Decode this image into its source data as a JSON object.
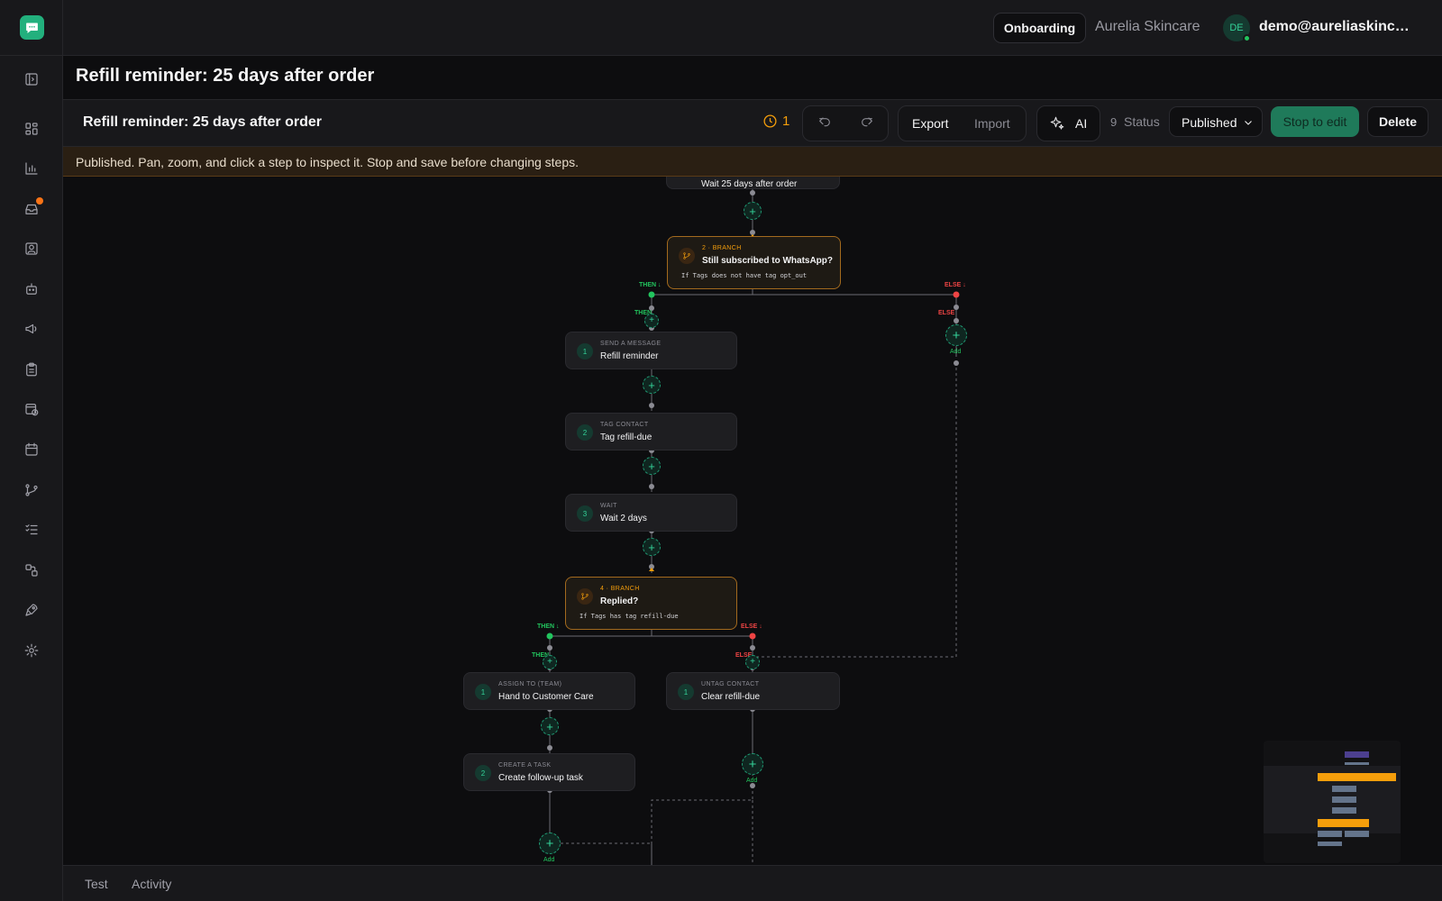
{
  "header": {
    "onboarding_label": "Onboarding",
    "organization": "Aurelia Skincare",
    "avatar_initials": "DE",
    "user_email": "demo@aureliaskincar..."
  },
  "page": {
    "title": "Refill reminder: 25 days after order"
  },
  "toolbar": {
    "flow_name": "Refill reminder: 25 days after order",
    "history_count": "1",
    "export_label": "Export",
    "import_label": "Import",
    "ai_label": "AI",
    "step_count": "9",
    "status_label": "Status",
    "status_value": "Published",
    "stop_label": "Stop to edit",
    "delete_label": "Delete"
  },
  "banner": {
    "text": "Published. Pan, zoom, and click a step to inspect it. Stop and save before changing steps."
  },
  "flow": {
    "top_partial": "Wait 25 days after order",
    "branch1": {
      "kind": "2 · BRANCH",
      "title": "Still subscribed to WhatsApp?",
      "condition": "If Tags does not have tag opt_out"
    },
    "then_arrow": "THEN ↓",
    "else_arrow": "ELSE ↓",
    "then_label": "THEN",
    "else_label": "ELSE",
    "add_label": "Add",
    "then1": [
      {
        "num": "1",
        "kind": "SEND A MESSAGE",
        "title": "Refill reminder"
      },
      {
        "num": "2",
        "kind": "TAG CONTACT",
        "title": "Tag refill-due"
      },
      {
        "num": "3",
        "kind": "WAIT",
        "title": "Wait 2 days"
      }
    ],
    "branch2": {
      "kind": "4 · BRANCH",
      "title": "Replied?",
      "condition": "If Tags has tag refill-due"
    },
    "then2": [
      {
        "num": "1",
        "kind": "ASSIGN TO (TEAM)",
        "title": "Hand to Customer Care"
      },
      {
        "num": "2",
        "kind": "CREATE A TASK",
        "title": "Create follow-up task"
      }
    ],
    "else2": [
      {
        "num": "1",
        "kind": "UNTAG CONTACT",
        "title": "Clear refill-due"
      }
    ]
  },
  "bottom_tabs": {
    "test": "Test",
    "activity": "Activity"
  },
  "colors": {
    "accent": "#22b07d",
    "branch": "#f59e0b",
    "then": "#22c55e",
    "else": "#ef4444"
  },
  "icons": {
    "rail": [
      "sidebar-toggle-icon",
      "dashboard-icon",
      "analytics-icon",
      "inbox-icon",
      "contacts-icon",
      "bot-icon",
      "broadcast-icon",
      "clipboard-icon",
      "schedule-icon",
      "calendar-icon",
      "flow-icon",
      "tasks-icon",
      "integrations-icon",
      "launch-icon",
      "settings-icon"
    ]
  }
}
